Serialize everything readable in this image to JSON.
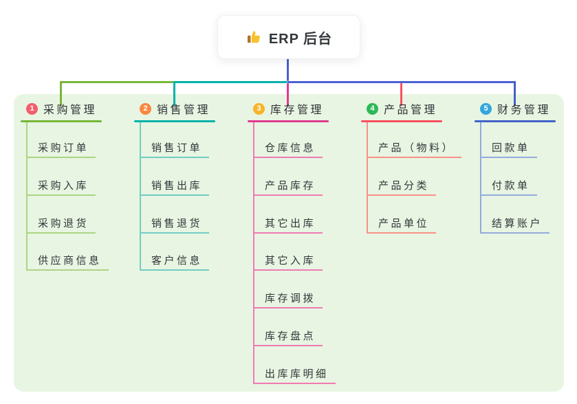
{
  "root": {
    "title": "ERP 后台",
    "icon": "thumbs-up-icon"
  },
  "canvas": {
    "background": "#ffffff",
    "panel_background": "#e8f5e2",
    "connector_blue": "#4a61d1",
    "text_color": "#33373b"
  },
  "branches": [
    {
      "index": "1",
      "label": "采购管理",
      "badge_color": "#f35e6d",
      "line_color": "#76b63a",
      "light_color": "#abd584",
      "items": [
        "采购订单",
        "采购入库",
        "采购退货",
        "供应商信息"
      ]
    },
    {
      "index": "2",
      "label": "销售管理",
      "badge_color": "#f8883f",
      "line_color": "#00b2a9",
      "light_color": "#72ccc2",
      "items": [
        "销售订单",
        "销售出库",
        "销售退货",
        "客户信息"
      ]
    },
    {
      "index": "3",
      "label": "库存管理",
      "badge_color": "#f9b32c",
      "line_color": "#e13a90",
      "light_color": "#f07ab3",
      "items": [
        "仓库信息",
        "产品库存",
        "其它出库",
        "其它入库",
        "库存调拨",
        "库存盘点",
        "出库库明细"
      ]
    },
    {
      "index": "4",
      "label": "产品管理",
      "badge_color": "#2fb857",
      "line_color": "#f8505f",
      "light_color": "#fa9089",
      "items": [
        "产品（物料）",
        "产品分类",
        "产品单位"
      ]
    },
    {
      "index": "5",
      "label": "财务管理",
      "badge_color": "#33a6dd",
      "line_color": "#4161c9",
      "light_color": "#94aade",
      "items": [
        "回款单",
        "付款单",
        "结算账户"
      ]
    }
  ]
}
